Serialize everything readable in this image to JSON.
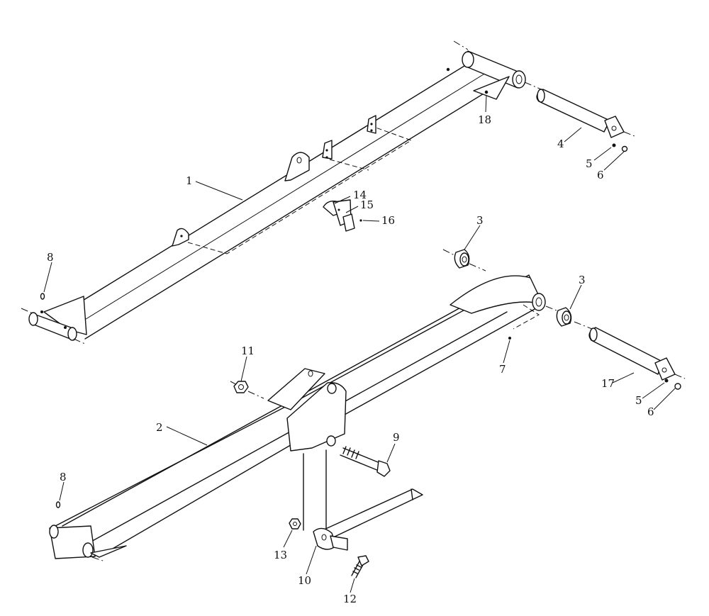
{
  "parts": [
    {
      "id": "1",
      "label": "1"
    },
    {
      "id": "2",
      "label": "2"
    },
    {
      "id": "3a",
      "label": "3"
    },
    {
      "id": "3b",
      "label": "3"
    },
    {
      "id": "4",
      "label": "4"
    },
    {
      "id": "5a",
      "label": "5"
    },
    {
      "id": "6a",
      "label": "6"
    },
    {
      "id": "5b",
      "label": "5"
    },
    {
      "id": "6b",
      "label": "6"
    },
    {
      "id": "7",
      "label": "7"
    },
    {
      "id": "8a",
      "label": "8"
    },
    {
      "id": "8b",
      "label": "8"
    },
    {
      "id": "9",
      "label": "9"
    },
    {
      "id": "10",
      "label": "10"
    },
    {
      "id": "11",
      "label": "11"
    },
    {
      "id": "12",
      "label": "12"
    },
    {
      "id": "13",
      "label": "13"
    },
    {
      "id": "14",
      "label": "14"
    },
    {
      "id": "15",
      "label": "15"
    },
    {
      "id": "16",
      "label": "16"
    },
    {
      "id": "17",
      "label": "17"
    },
    {
      "id": "18",
      "label": "18"
    }
  ]
}
